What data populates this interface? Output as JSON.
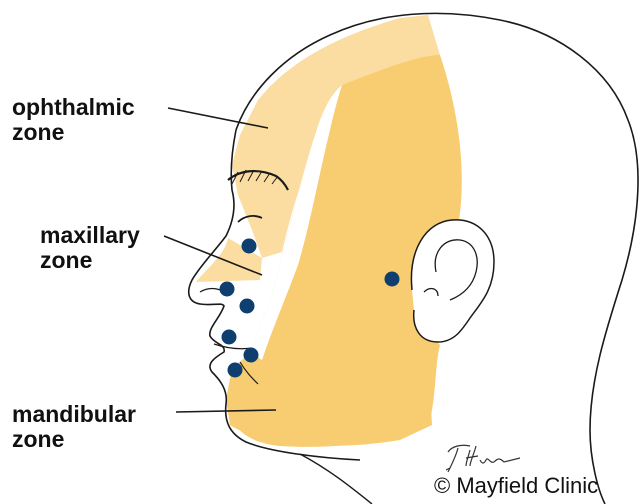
{
  "labels": {
    "ophthalmic": {
      "line1": "ophthalmic",
      "line2": "zone"
    },
    "maxillary": {
      "line1": "maxillary",
      "line2": "zone"
    },
    "mandibular": {
      "line1": "mandibular",
      "line2": "zone"
    }
  },
  "credit": "© Mayfield Clinic",
  "signature": "T. Hines",
  "colors": {
    "ophthalmic_fill": "#fbdda2",
    "maxillary_fill": "#f8cd72",
    "mandibular_fill": "#f8cd72",
    "trigger_point": "#0f3f6e",
    "outline": "#1a1a1a"
  },
  "icons": [
    "trigger-point-dot"
  ]
}
